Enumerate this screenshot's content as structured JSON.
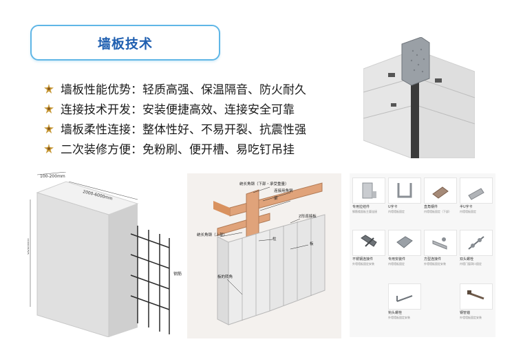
{
  "title": "墙板技术",
  "bullets": [
    "墙板性能优势：轻质高强、保温隔音、防火耐久",
    "连接技术开发：安装便捷高效、连接安全可靠",
    "墙板柔性连接：整体性好、不易开裂、抗震性强",
    "二次装修方便：免粉刷、便开槽、易吃钉吊挂"
  ],
  "panel_figure": {
    "dim_thickness": "100-200mm",
    "dim_length": "2000-6000mm",
    "dim_height": "600mm",
    "rebar_label": "钢筋"
  },
  "diagram_figure": {
    "label_top": "统长角钢（下部・承受重量）",
    "label_connector": "连接用角钢",
    "label_beam": "梁",
    "label_z": "Z形连接板",
    "label_long_upper": "统长角钢（上部）",
    "label_column": "柱",
    "label_panel": "板",
    "label_corner": "板的转角"
  },
  "parts": [
    {
      "name": "专用拉结件",
      "desc": "钢筋楼面板主要连接"
    },
    {
      "name": "U字卡",
      "desc": "内墙墙板固定"
    },
    {
      "name": "直角钢件",
      "desc": "内墙墙板固定（下部）"
    },
    {
      "name": "半U字卡",
      "desc": "内墙墙板固定"
    },
    {
      "name": "不锈钢连接件",
      "desc": "外墙墙板固定安装"
    },
    {
      "name": "专用安装件",
      "desc": "内墙墙板固定"
    },
    {
      "name": "方型连接件",
      "desc": "外墙墙板固定安装"
    },
    {
      "name": "双头螺栓",
      "desc": "内墙门窗洞口固定"
    },
    {
      "name": "钩头螺栓",
      "desc": "外墙墙板固定安装"
    },
    {
      "name": "钢管锚",
      "desc": "外墙墙板固定安装"
    }
  ],
  "colors": {
    "title_border": "#5fb6e6",
    "title_text": "#1f5fb0",
    "bullet_star": "#c89a3a",
    "beam_orange": "#e0a37a"
  }
}
